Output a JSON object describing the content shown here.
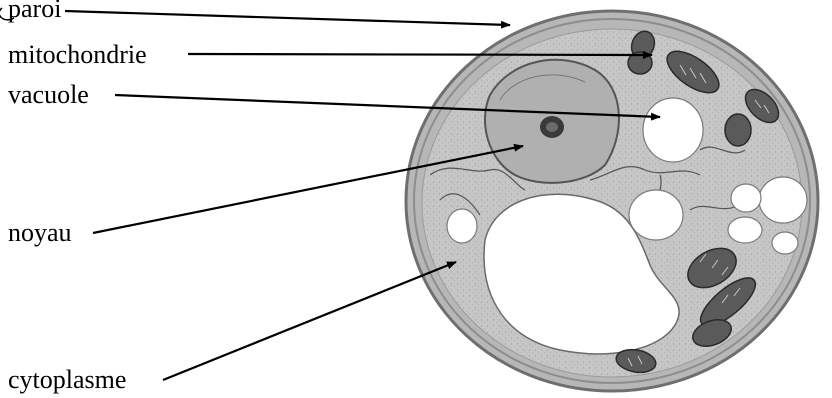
{
  "labels": {
    "paroi": "paroi",
    "mitochondrie": "mitochondrie",
    "vacuole": "vacuole",
    "noyau": "noyau",
    "cytoplasme": "cytoplasme"
  },
  "colors": {
    "text": "#000000",
    "wall": "#8a8a8a",
    "cytoplasm": "#c9c9c9",
    "vacuole": "#ffffff",
    "organelle": "#4a4a4a"
  }
}
